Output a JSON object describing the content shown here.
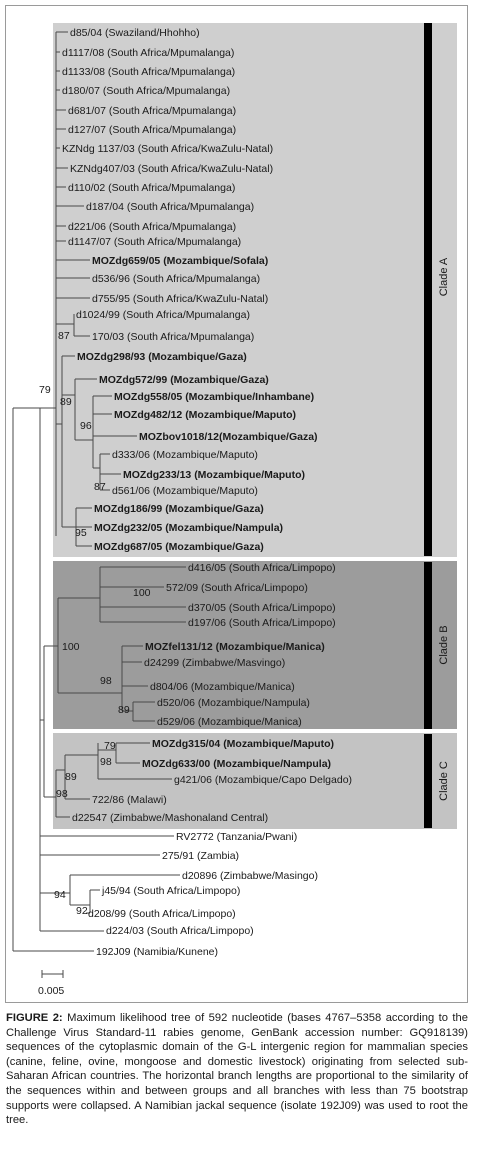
{
  "figure": {
    "clades": [
      {
        "label": "Clade A",
        "color": "#cfcfcf"
      },
      {
        "label": "Clade B",
        "color": "#9c9c9c"
      },
      {
        "label": "Clade C",
        "color": "#c3c3c3"
      }
    ],
    "bar_color": "#000000",
    "scale_label": "0.005",
    "supports": [
      "79",
      "87",
      "89",
      "96",
      "87",
      "95",
      "100",
      "100",
      "98",
      "89",
      "79",
      "98",
      "89",
      "98",
      "94",
      "92"
    ],
    "leaves": [
      {
        "label": "d85/04 (Swaziland/Hhohho)",
        "bold": false
      },
      {
        "label": "d1117/08 (South Africa/Mpumalanga)",
        "bold": false
      },
      {
        "label": "d1133/08 (South Africa/Mpumalanga)",
        "bold": false
      },
      {
        "label": "d180/07 (South Africa/Mpumalanga)",
        "bold": false
      },
      {
        "label": "d681/07 (South Africa/Mpumalanga)",
        "bold": false
      },
      {
        "label": "d127/07 (South Africa/Mpumalanga)",
        "bold": false
      },
      {
        "label": "KZNdg 1137/03 (South Africa/KwaZulu-Natal)",
        "bold": false
      },
      {
        "label": "KZNdg407/03 (South Africa/KwaZulu-Natal)",
        "bold": false
      },
      {
        "label": "d110/02 (South Africa/Mpumalanga)",
        "bold": false
      },
      {
        "label": "d187/04 (South Africa/Mpumalanga)",
        "bold": false
      },
      {
        "label": "d221/06 (South Africa/Mpumalanga)",
        "bold": false
      },
      {
        "label": "d1147/07 (South Africa/Mpumalanga)",
        "bold": false
      },
      {
        "label": "MOZdg659/05 (Mozambique/Sofala)",
        "bold": true
      },
      {
        "label": "d536/96 (South Africa/Mpumalanga)",
        "bold": false
      },
      {
        "label": "d755/95 (South Africa/KwaZulu-Natal)",
        "bold": false
      },
      {
        "label": "d1024/99 (South Africa/Mpumalanga)",
        "bold": false
      },
      {
        "label": "170/03 (South Africa/Mpumalanga)",
        "bold": false
      },
      {
        "label": "MOZdg298/93 (Mozambique/Gaza)",
        "bold": true
      },
      {
        "label": "MOZdg572/99 (Mozambique/Gaza)",
        "bold": true
      },
      {
        "label": "MOZdg558/05 (Mozambique/Inhambane)",
        "bold": true
      },
      {
        "label": "MOZdg482/12 (Mozambique/Maputo)",
        "bold": true
      },
      {
        "label": "MOZbov1018/12(Mozambique/Gaza)",
        "bold": true
      },
      {
        "label": "d333/06 (Mozambique/Maputo)",
        "bold": false
      },
      {
        "label": "MOZdg233/13 (Mozambique/Maputo)",
        "bold": true
      },
      {
        "label": "d561/06 (Mozambique/Maputo)",
        "bold": false
      },
      {
        "label": "MOZdg186/99 (Mozambique/Gaza)",
        "bold": true
      },
      {
        "label": "MOZdg232/05 (Mozambique/Nampula)",
        "bold": true
      },
      {
        "label": "MOZdg687/05 (Mozambique/Gaza)",
        "bold": true
      },
      {
        "label": "d416/05 (South Africa/Limpopo)",
        "bold": false
      },
      {
        "label": "572/09 (South Africa/Limpopo)",
        "bold": false
      },
      {
        "label": "d370/05 (South Africa/Limpopo)",
        "bold": false
      },
      {
        "label": "d197/06 (South Africa/Limpopo)",
        "bold": false
      },
      {
        "label": "MOZfel131/12 (Mozambique/Manica)",
        "bold": true
      },
      {
        "label": "d24299 (Zimbabwe/Masvingo)",
        "bold": false
      },
      {
        "label": "d804/06 (Mozambique/Manica)",
        "bold": false
      },
      {
        "label": "d520/06 (Mozambique/Nampula)",
        "bold": false
      },
      {
        "label": "d529/06 (Mozambique/Manica)",
        "bold": false
      },
      {
        "label": "MOZdg315/04 (Mozambique/Maputo)",
        "bold": true
      },
      {
        "label": "MOZdg633/00 (Mozambique/Nampula)",
        "bold": true
      },
      {
        "label": "g421/06 (Mozambique/Capo Delgado)",
        "bold": false
      },
      {
        "label": "722/86 (Malawi)",
        "bold": false
      },
      {
        "label": "d22547 (Zimbabwe/Mashonaland Central)",
        "bold": false
      },
      {
        "label": "RV2772 (Tanzania/Pwani)",
        "bold": false
      },
      {
        "label": "275/91 (Zambia)",
        "bold": false
      },
      {
        "label": "d20896 (Zimbabwe/Masingo)",
        "bold": false
      },
      {
        "label": "j45/94 (South Africa/Limpopo)",
        "bold": false
      },
      {
        "label": "d208/99 (South Africa/Limpopo)",
        "bold": false
      },
      {
        "label": "d224/03 (South Africa/Limpopo)",
        "bold": false
      },
      {
        "label": "192J09 (Namibia/Kunene)",
        "bold": false
      }
    ]
  },
  "caption": {
    "prefix": "FIGURE 2:",
    "text": " Maximum likelihood tree of 592 nucleotide (bases 4767–5358 according to the Challenge Virus Standard-11 rabies genome, GenBank accession number: GQ918139) sequences of the cytoplasmic domain of the G-L intergenic region for mammalian species (canine, feline, ovine, mongoose and domestic livestock) originating from selected sub-Saharan African countries. The horizontal branch lengths are proportional to the similarity of the sequences within and between groups and all branches with less than 75 bootstrap supports were collapsed. A Namibian jackal sequence (isolate 192J09) was used to root the tree."
  }
}
